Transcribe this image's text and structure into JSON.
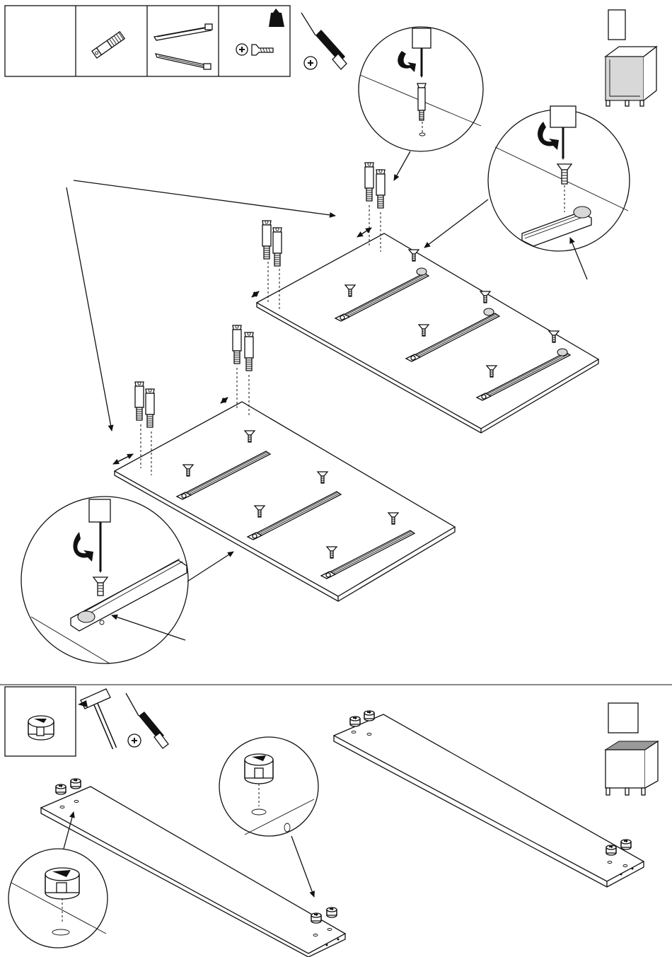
{
  "step_top": {
    "parts_box": {
      "slots": [
        "blank",
        "cam-bolt",
        "drawer-runners",
        "screws-bag"
      ]
    },
    "tools": [
      "phillips-screwdriver"
    ]
  },
  "step_bottom": {
    "parts_box": {
      "slots": [
        "cam-lock"
      ]
    },
    "tools": [
      "hammer",
      "phillips-screwdriver"
    ]
  },
  "colors": {
    "line": "#111111",
    "panel_fill": "#ffffff",
    "shade": "#d8d8d8",
    "dark_shade": "#9a9a9a"
  }
}
